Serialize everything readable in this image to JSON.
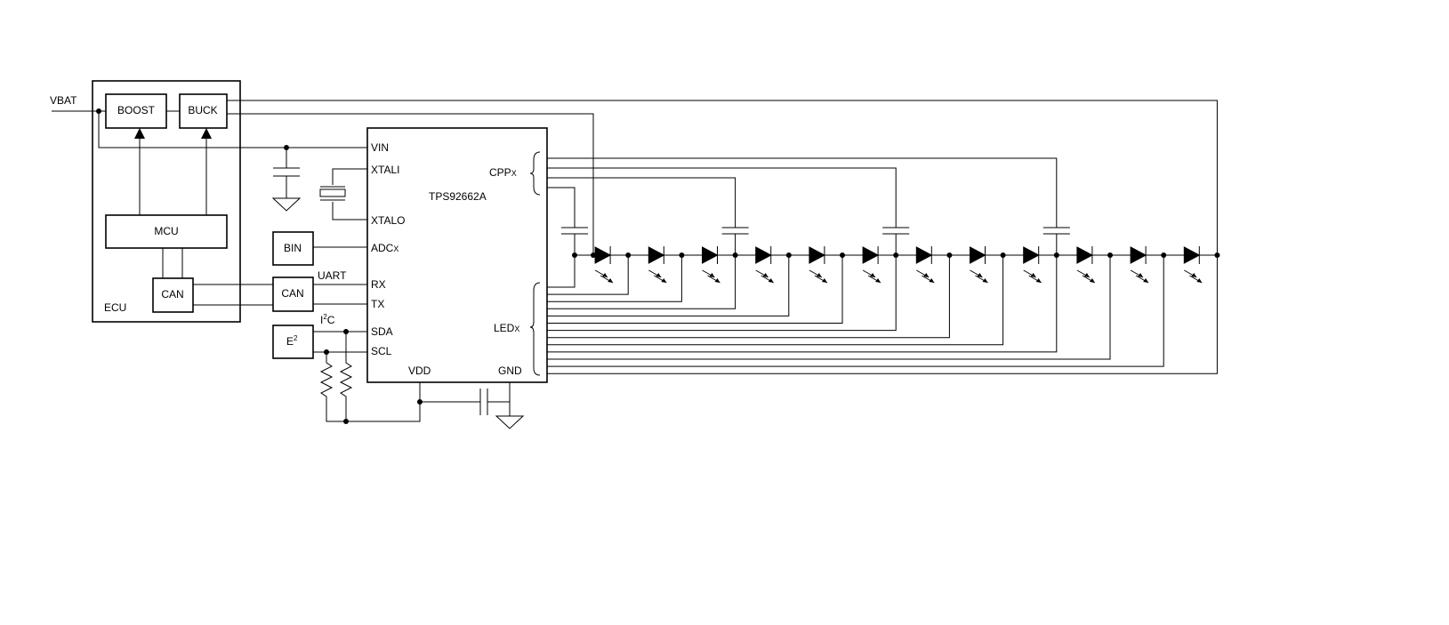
{
  "diagram": {
    "ic_name": "TPS92662A",
    "ecu": {
      "label": "ECU",
      "boost": "BOOST",
      "buck": "BUCK",
      "mcu": "MCU",
      "can": "CAN"
    },
    "supply_label": "VBAT",
    "peripherals": {
      "bin": "BIN",
      "can": "CAN",
      "eeprom": "E",
      "eeprom_sup": "2",
      "uart": "UART",
      "i2c_pre": "I",
      "i2c_sup": "2",
      "i2c_post": "C"
    },
    "pins": {
      "vin": "VIN",
      "xtali": "XTALI",
      "xtalo": "XTALO",
      "adc": "ADC",
      "adc_sub": "X",
      "rx": "RX",
      "tx": "TX",
      "sda": "SDA",
      "scl": "SCL",
      "vdd": "VDD",
      "gnd": "GND",
      "cpp": "CPP",
      "cpp_sub": "X",
      "led": "LED",
      "led_sub": "X"
    },
    "led_string_count": 12
  }
}
